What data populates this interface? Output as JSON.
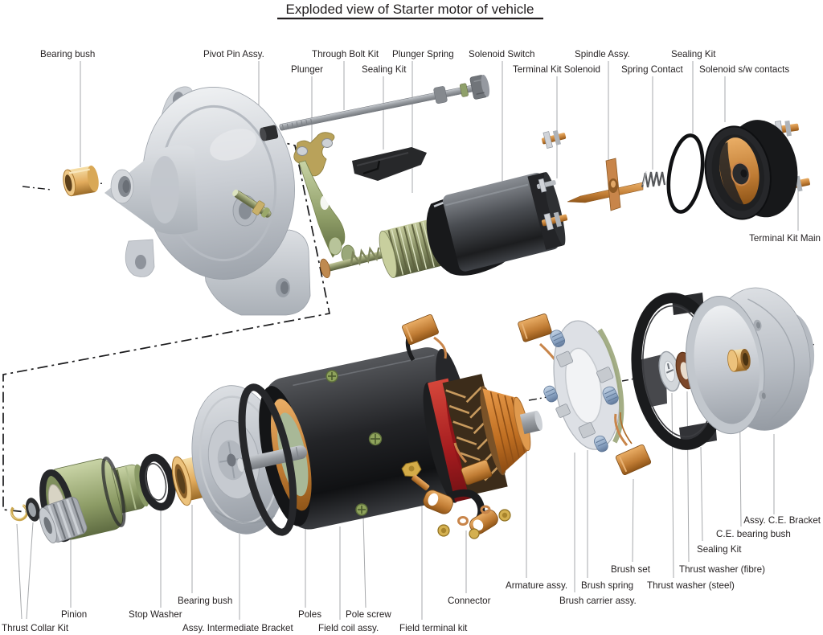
{
  "title": "Exploded view of Starter motor of vehicle",
  "colors": {
    "label_text": "#231f20",
    "leader_line": "#a7a9ac",
    "axis_line": "#1a1a1c",
    "brass": "#e2ab5c",
    "copper": "#c8854a",
    "olive_green": "#8d9c66",
    "steel_gray": "#c6cad0",
    "black_part": "#1d1e20",
    "red_band": "#a81f24"
  },
  "labels": {
    "bearing_bush_top": "Bearing bush",
    "pivot_pin_assy": "Pivot Pin Assy.",
    "plunger": "Plunger",
    "through_bolt_kit": "Through Bolt Kit",
    "sealing_kit_top": "Sealing Kit",
    "plunger_spring": "Plunger Spring",
    "solenoid_switch": "Solenoid Switch",
    "terminal_kit_solenoid": "Terminal Kit Solenoid",
    "spindle_assy": "Spindle Assy.",
    "spring_contact": "Spring Contact",
    "sealing_kit_right": "Sealing Kit",
    "solenoid_sw_contacts": "Solenoid s/w contacts",
    "terminal_kit_main": "Terminal Kit Main",
    "thrust_collar_kit": "Thrust Collar Kit",
    "pinion": "Pinion",
    "stop_washer": "Stop Washer",
    "bearing_bush_bottom": "Bearing bush",
    "assy_intermediate_bracket": "Assy. Intermediate Bracket",
    "poles": "Poles",
    "field_coil_assy": "Field coil assy.",
    "pole_screw": "Pole screw",
    "field_terminal_kit": "Field terminal kit",
    "connector": "Connector",
    "armature_assy": "Armature assy.",
    "brush_carrier_assy": "Brush carrier assy.",
    "brush_spring": "Brush spring",
    "brush_set": "Brush set",
    "thrust_washer_steel": "Thrust washer (steel)",
    "thrust_washer_fibre": "Thrust washer (fibre)",
    "sealing_kit_bottom": "Sealing Kit",
    "ce_bearing_bush": "C.E. bearing bush",
    "assy_ce_bracket": "Assy. C.E. Bracket"
  }
}
